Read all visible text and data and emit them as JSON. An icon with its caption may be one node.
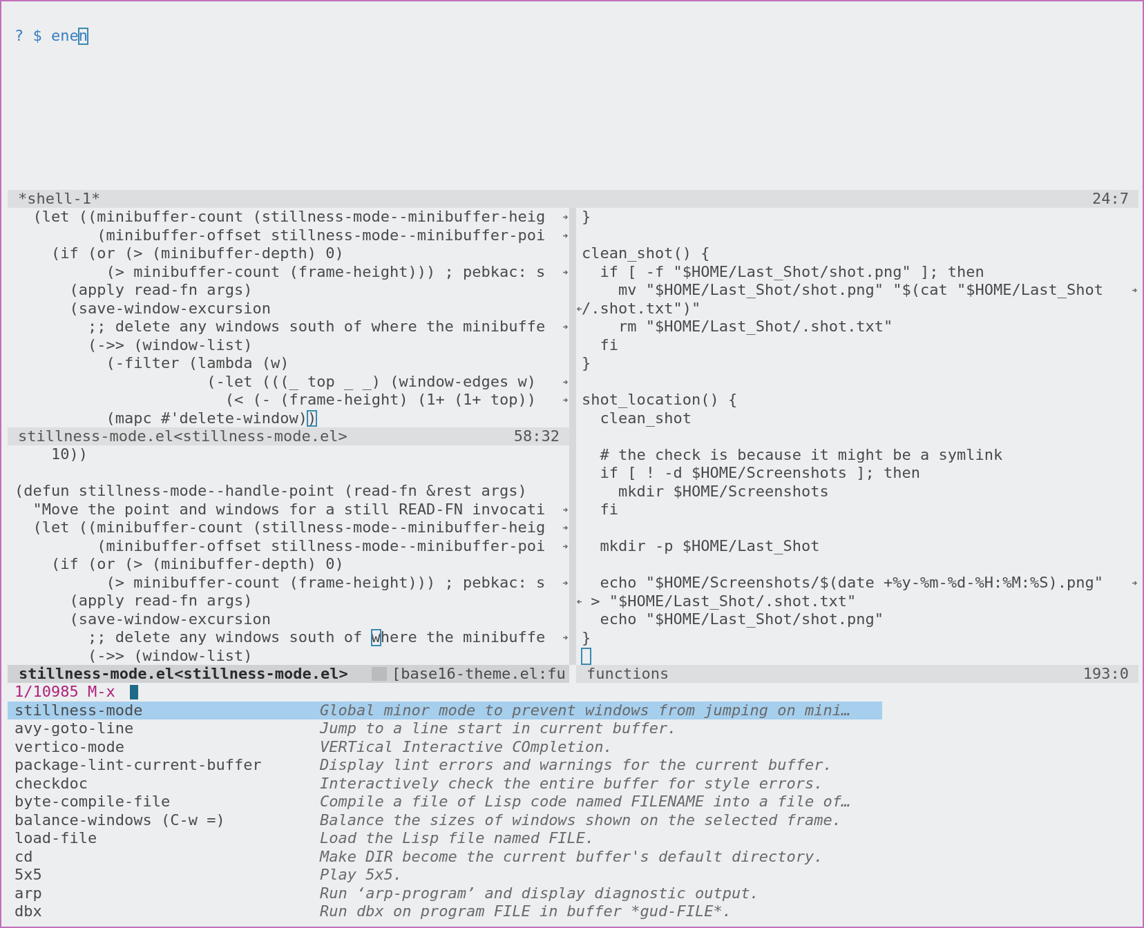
{
  "diagram": {
    "nodes": [
      {
        "text": [
          "? $ enen"
        ]
      },
      {
        "text": [
          "*shell-1*",
          "24:7"
        ]
      },
      {
        "text": [
          "(let ((minibuffer-count (stillness-mode--minibuffer-heig",
          "(minibuffer-offset stillness-mode--minibuffer-poi",
          "(if (or (> (minibuffer-depth) 0)",
          "(> minibuffer-count (frame-height))) ; pebkac: s",
          "(apply read-fn args)",
          "(save-window-excursion",
          ";; delete any windows south of where the minibuffe",
          "(->> (window-list)",
          "(-filter (lambda (w)",
          "(-let (((_ top _ _) (window-edges w)",
          "(< (- (frame-height) (1+ (1+ top))",
          "(mapc #'delete-window))"
        ]
      },
      {
        "text": [
          "stillness-mode.el<stillness-mode.el>",
          "58:32"
        ]
      },
      {
        "text": [
          "10))",
          "(defun stillness-mode--handle-point (read-fn &rest args)",
          "\"Move the point and windows for a still READ-FN invocati",
          "(let ((minibuffer-count (stillness-mode--minibuffer-heig",
          "(minibuffer-offset stillness-mode--minibuffer-poi",
          "(if (or (> (minibuffer-depth) 0)",
          "(> minibuffer-count (frame-height))) ; pebkac: s",
          "(apply read-fn args)",
          "(save-window-excursion",
          ";; delete any windows south of where the minibuffe",
          "(->> (window-list)"
        ]
      },
      {
        "text": [
          "stillness-mode.el<stillness-mode.el>",
          "[base16-theme.el:fu"
        ]
      },
      {
        "text": [
          "}",
          "clean_shot() {",
          "if [ -f \"$HOME/Last_Shot/shot.png\" ]; then",
          "mv \"$HOME/Last_Shot/shot.png\" \"$(cat \"$HOME/Last_Shot",
          "/.shot.txt\")\"",
          "rm \"$HOME/Last_Shot/.shot.txt\"",
          "fi",
          "}",
          "shot_location() {",
          "clean_shot",
          "# the check is because it might be a symlink",
          "if [ ! -d $HOME/Screenshots ]; then",
          "mkdir $HOME/Screenshots",
          "fi",
          "mkdir -p $HOME/Last_Shot",
          "echo \"$HOME/Screenshots/$(date +%y-%m-%d-%H:%M:%S).png\"",
          "> \"$HOME/Last_Shot/.shot.txt\"",
          "echo \"$HOME/Last_Shot/shot.png\"",
          "}"
        ]
      },
      {
        "text": [
          "functions",
          "193:0"
        ]
      },
      {
        "text": [
          "1/10985 M-x"
        ]
      },
      {
        "text": [
          "stillness-mode",
          "Global minor mode to prevent windows from jumping on mini…"
        ],
        "in": 8
      },
      {
        "text": [
          "avy-goto-line",
          "Jump to a line start in current buffer."
        ],
        "in": 8
      },
      {
        "text": [
          "vertico-mode",
          "VERTical Interactive COmpletion."
        ],
        "in": 8
      },
      {
        "text": [
          "package-lint-current-buffer",
          "Display lint errors and warnings for the current buffer."
        ],
        "in": 8
      },
      {
        "text": [
          "checkdoc",
          "Interactively check the entire buffer for style errors."
        ],
        "in": 8
      },
      {
        "text": [
          "byte-compile-file",
          "Compile a file of Lisp code named FILENAME into a file of…"
        ],
        "in": 8
      },
      {
        "text": [
          "balance-windows (C-w =)",
          "Balance the sizes of windows shown on the selected frame."
        ],
        "in": 8
      },
      {
        "text": [
          "load-file",
          "Load the Lisp file named FILE."
        ],
        "in": 8
      },
      {
        "text": [
          "cd",
          "Make DIR become the current buffer's default directory."
        ],
        "in": 8
      },
      {
        "text": [
          "5x5",
          "Play 5x5."
        ],
        "in": 8
      },
      {
        "text": [
          "arp",
          "Run ‘arp-program’ and display diagnostic output."
        ],
        "in": 8
      },
      {
        "text": [
          "dbx",
          "Run dbx on program FILE in buffer *gud-FILE*."
        ],
        "in": 8
      }
    ]
  }
}
